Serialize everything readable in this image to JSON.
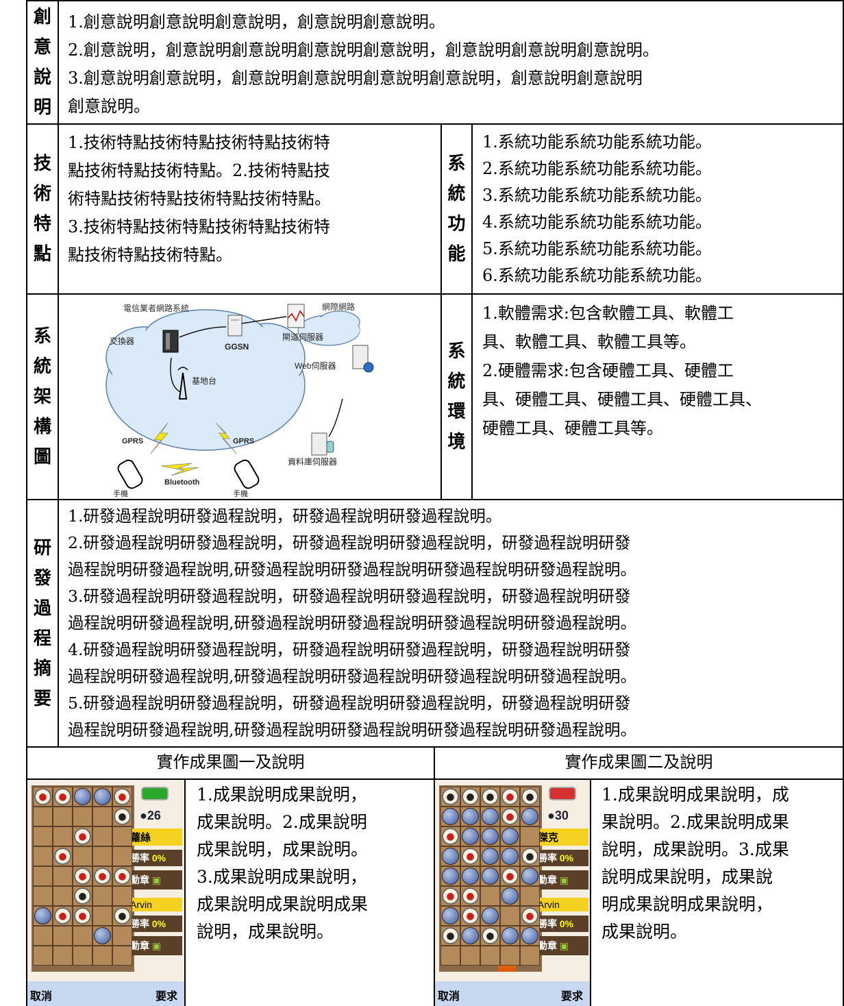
{
  "labels": {
    "creative": [
      "創",
      "意",
      "說",
      "明"
    ],
    "tech": [
      "技",
      "術",
      "特",
      "點"
    ],
    "func": [
      "系",
      "統",
      "功",
      "能"
    ],
    "arch": [
      "系",
      "統",
      "架",
      "構",
      "圖"
    ],
    "env": [
      "系",
      "統",
      "環",
      "境"
    ],
    "process": [
      "研",
      "發",
      "過",
      "程",
      "摘",
      "要"
    ]
  },
  "creative_text": [
    "1.創意說明創意說明創意說明，創意說明創意說明。",
    "2.創意說明，創意說明創意說明創意說明創意說明，創意說明創意說明創意說明。",
    "3.創意說明創意說明，創意說明創意說明創意說明創意說明，創意說明創意說明",
    "創意說明。"
  ],
  "tech_text": [
    "1.技術特點技術特點技術特點技術特",
    "點技術特點技術特點。2.技術特點技",
    "術特點技術特點技術特點技術特點。",
    "3.技術特點技術特點技術特點技術特",
    "點技術特點技術特點。"
  ],
  "func_text": [
    "1.系統功能系統功能系統功能。",
    "2.系統功能系統功能系統功能。",
    "3.系統功能系統功能系統功能。",
    "4.系統功能系統功能系統功能。",
    "5.系統功能系統功能系統功能。",
    "6.系統功能系統功能系統功能。"
  ],
  "env_text": [
    "1.軟體需求:包含軟體工具、軟體工",
    "具、軟體工具、軟體工具等。",
    "2.硬體需求:包含硬體工具、硬體工",
    "具、硬體工具、硬體工具、硬體工具、",
    "硬體工具、硬體工具等。"
  ],
  "diagram": {
    "telecom": "電信業者網路系統",
    "internet": "網際網路",
    "switch": "交換器",
    "ggsn": "GGSN",
    "gateway": "閘道伺服器",
    "web": "Web伺服器",
    "base": "基地台",
    "gprs_left": "GPRS",
    "gprs_right": "GPRS",
    "db": "資料庫伺服器",
    "bluetooth": "Bluetooth",
    "phone_left": "手機",
    "phone_right": "手機"
  },
  "process_text": [
    "1.研發過程說明研發過程說明，研發過程說明研發過程說明。",
    "2.研發過程說明研發過程說明，研發過程說明研發過程說明，研發過程說明研發",
    "過程說明研發過程說明,研發過程說明研發過程說明研發過程說明研發過程說明。",
    "3.研發過程說明研發過程說明，研發過程說明研發過程說明，研發過程說明研發",
    "過程說明研發過程說明,研發過程說明研發過程說明研發過程說明研發過程說明。",
    "4.研發過程說明研發過程說明，研發過程說明研發過程說明，研發過程說明研發",
    "過程說明研發過程說明,研發過程說明研發過程說明研發過程說明研發過程說明。",
    "5.研發過程說明研發過程說明，研發過程說明研發過程說明，研發過程說明研發",
    "過程說明研發過程說明,研發過程說明研發過程說明研發過程說明研發過程說明。"
  ],
  "result1": {
    "caption": "實作成果圖一及說明",
    "text": [
      "1.成果說明成果說明，",
      "成果說明。2.成果說明",
      "成果說明，成果說明。",
      "3.成果說明成果說明，",
      "成果說明成果說明成果",
      "說明，成果說明。"
    ],
    "game": {
      "timer": "26",
      "player1": "蘿絲",
      "player2": "Arvin",
      "rate_label": "勝率",
      "rate_value": "0%",
      "medal_label": "勳章",
      "cancel": "取消",
      "request": "要求"
    }
  },
  "result2": {
    "caption": "實作成果圖二及說明",
    "text": [
      "1.成果說明成果說明，成",
      "果說明。2.成果說明成果",
      "說明，成果說明。3.成果",
      "說明成果說明，成果說",
      "明成果說明成果說明，",
      "成果說明。"
    ],
    "game": {
      "timer": "30",
      "player1": "傑克",
      "player2": "Arvin",
      "rate_label": "勝率",
      "rate_value": "0%",
      "medal_label": "勳章",
      "cancel": "取消",
      "request": "要求"
    }
  }
}
